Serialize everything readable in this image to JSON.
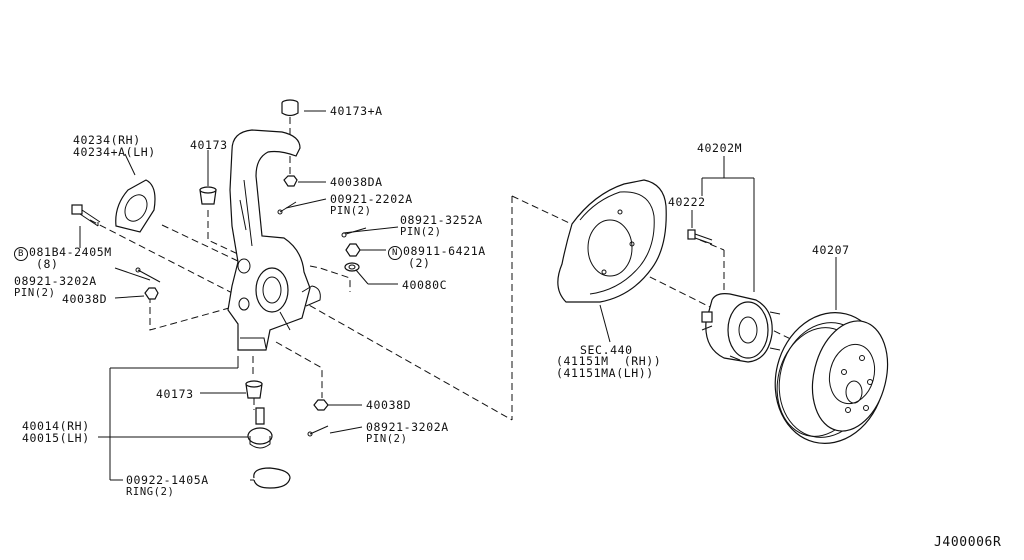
{
  "labels": {
    "p40173a": "40173+A",
    "p40173_top": "40173",
    "p40234": "40234(RH)",
    "p40234a": "40234+A(LH)",
    "p40038da": "40038DA",
    "p00921": "00921-2202A",
    "pin1": "PIN(2)",
    "p08921_3252": "08921-3252A",
    "pin2": "PIN(2)",
    "b_letter": "B",
    "p081b4": "081B4-2405M",
    "qty8": "(8)",
    "n_letter": "N",
    "p08911": "08911-6421A",
    "qty2": "(2)",
    "p08921_3202_left": "08921-3202A",
    "pin3": "PIN(2)",
    "p40038d_left": "40038D",
    "p40080c": "40080C",
    "p40173_mid": "40173",
    "p40038d_bot": "40038D",
    "p08921_3202_bot": "08921-3202A",
    "pin4": "PIN(2)",
    "p40014": "40014(RH)",
    "p40015": "40015(LH)",
    "p00922": "00922-1405A",
    "ring": "RING(2)",
    "sec440": "SEC.440",
    "p41151m": "(41151M  (RH))",
    "p41151ma": "(41151MA(LH))",
    "p40202m": "40202M",
    "p40222": "40222",
    "p40207": "40207",
    "diagram_id": "J400006R"
  }
}
